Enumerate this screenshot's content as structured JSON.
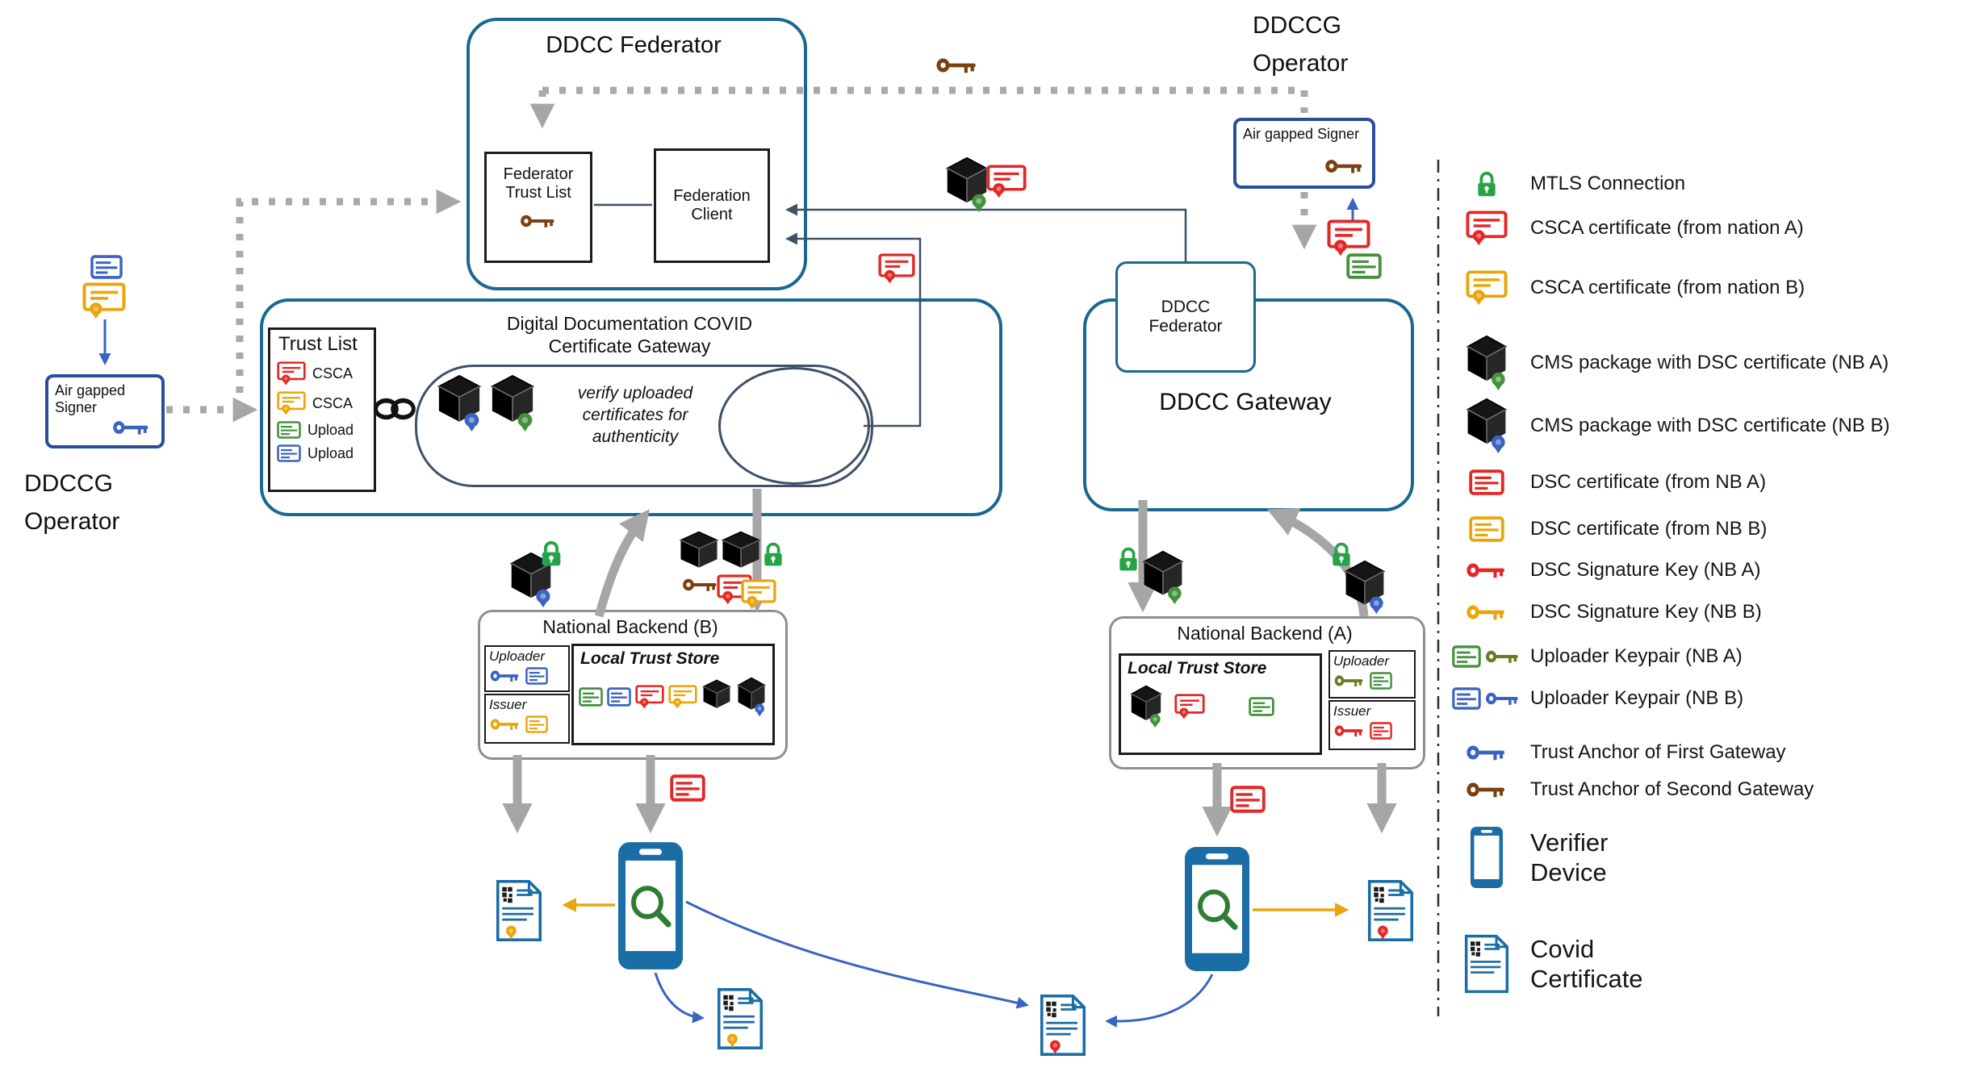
{
  "colors": {
    "nation_a": "#e32726",
    "nation_b": "#eaa50a",
    "nb_a_green": "#43913b",
    "nb_b_blue": "#3a63c2",
    "key_green": "#637d1f",
    "anchor_blue": "#3a63c2",
    "anchor_brown": "#7a4012",
    "mtls_green": "#27a347",
    "device_blue": "#1a6da5",
    "box_blue": "#19688f",
    "signer_blue": "#2a4d9b",
    "arrow_gray": "#a6a6a6",
    "line_dark": "#3f5068",
    "none": ""
  },
  "icons": {
    "lock": "padlock",
    "csca": "certificate with rosette seal",
    "card": "certificate card",
    "cms": "cube package with rosette seal",
    "key": "key",
    "chain": "chain links",
    "phone": "smartphone with magnifier",
    "doc": "document with QR code"
  },
  "federator": {
    "title": "DDCC Federator",
    "trust_list_label": "Federator Trust List",
    "client_label": "Federation Client"
  },
  "operator_top": {
    "line1": "DDCCG",
    "line2": "Operator",
    "signer_label": "Air gapped Signer"
  },
  "operator_left": {
    "line1": "DDCCG",
    "line2": "Operator",
    "signer_label": "Air gapped Signer"
  },
  "gateway": {
    "title_line1": "Digital Documentation COVID",
    "title_line2": "Certificate Gateway",
    "verify_note": "verify uploaded certificates for authenticity",
    "trust_list": {
      "title": "Trust List",
      "items": [
        {
          "label": "CSCA",
          "icon": "csca-red"
        },
        {
          "label": "CSCA",
          "icon": "csca-yellow"
        },
        {
          "label": "Upload",
          "icon": "card-green"
        },
        {
          "label": "Upload",
          "icon": "card-blue"
        }
      ]
    }
  },
  "gateway2": {
    "federator_label": "DDCC Federator",
    "title": "DDCC Gateway"
  },
  "backend_b": {
    "title": "National Backend (B)",
    "uploader_label": "Uploader",
    "issuer_label": "Issuer",
    "trust_store_label": "Local Trust Store"
  },
  "backend_a": {
    "title": "National Backend (A)",
    "uploader_label": "Uploader",
    "issuer_label": "Issuer",
    "trust_store_label": "Local Trust Store"
  },
  "legend": {
    "items": [
      {
        "icon": "lock-green",
        "label": "MTLS Connection"
      },
      {
        "icon": "csca-red",
        "label": "CSCA certificate (from nation A)"
      },
      {
        "icon": "csca-yellow",
        "label": "CSCA certificate (from nation B)"
      },
      {
        "icon": "cms-green",
        "label": "CMS package with DSC certificate (NB A)"
      },
      {
        "icon": "cms-blue",
        "label": "CMS package with DSC certificate (NB B)"
      },
      {
        "icon": "card-red",
        "label": "DSC certificate (from NB A)"
      },
      {
        "icon": "card-yellow",
        "label": "DSC certificate (from NB B)"
      },
      {
        "icon": "key-red",
        "label": "DSC Signature Key (NB A)"
      },
      {
        "icon": "key-yellow",
        "label": "DSC Signature Key (NB B)"
      },
      {
        "icon": "keypair-green",
        "label": "Uploader Keypair (NB A)"
      },
      {
        "icon": "keypair-blue",
        "label": "Uploader Keypair (NB B)"
      },
      {
        "icon": "key-blue",
        "label": "Trust Anchor of First Gateway"
      },
      {
        "icon": "key-brown",
        "label": "Trust Anchor of Second Gateway"
      },
      {
        "icon": "verifier-device",
        "label": "Verifier Device"
      },
      {
        "icon": "covid-certificate",
        "label": "Covid Certificate"
      }
    ]
  }
}
